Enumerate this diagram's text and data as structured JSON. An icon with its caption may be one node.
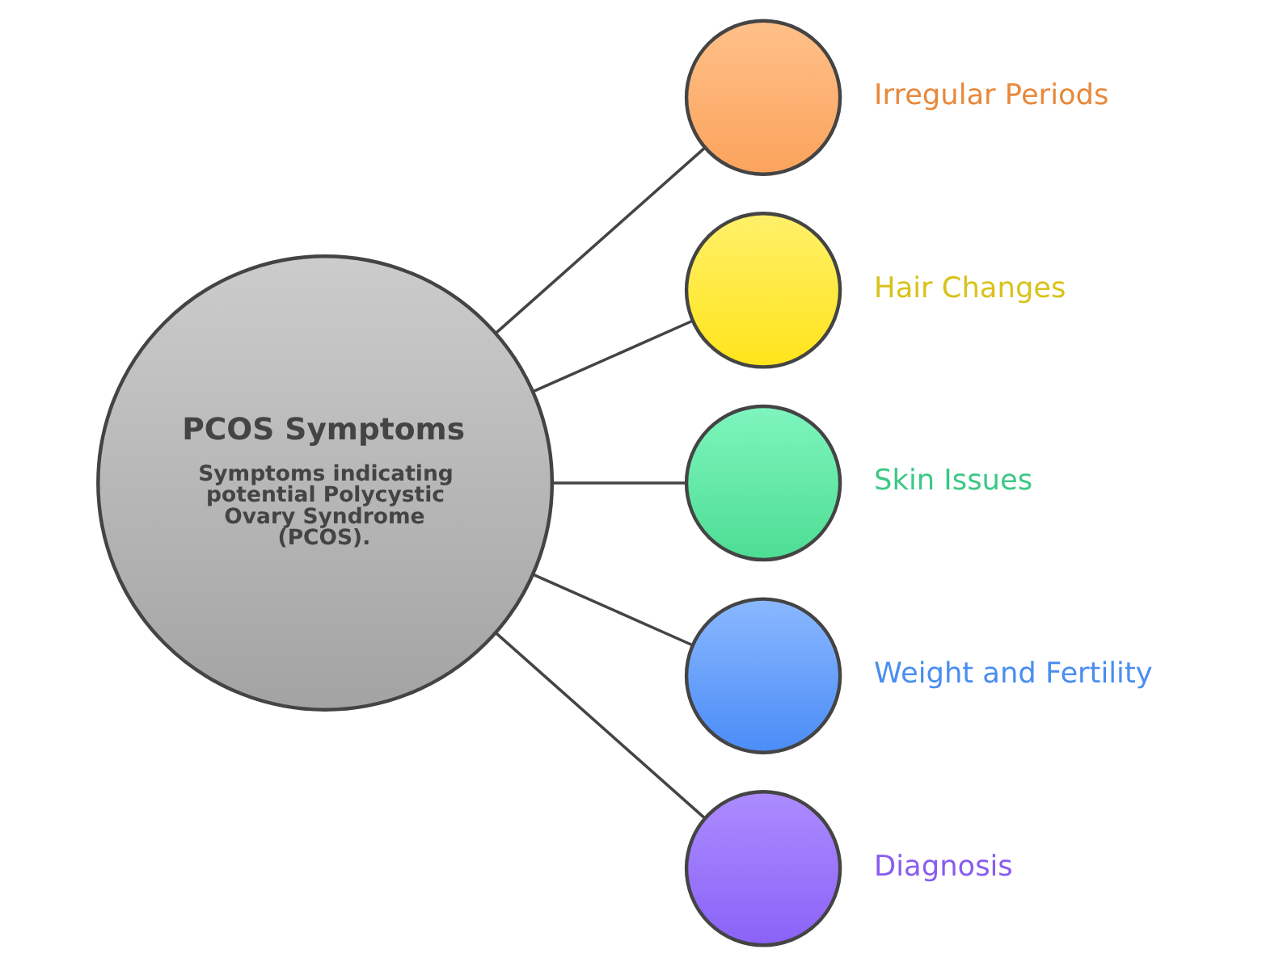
{
  "diagram": {
    "nodes": [
      {
        "text": [
          "PCOS Symptoms",
          "Symptoms indicating potential Polycystic Ovary Syndrome (PCOS)."
        ]
      },
      {
        "text": [],
        "shape": "circle",
        "beside": [
          "Irregular Periods"
        ]
      },
      {
        "text": [],
        "shape": "circle",
        "beside": [
          "Hair Changes"
        ]
      },
      {
        "text": [],
        "shape": "circle",
        "beside": [
          "Skin Issues"
        ]
      },
      {
        "text": [],
        "shape": "circle",
        "beside": [
          "Weight and Fertility"
        ]
      },
      {
        "text": [],
        "shape": "circle",
        "beside": [
          "Diagnosis"
        ]
      }
    ],
    "edges": [
      {
        "from": 0,
        "to": 1,
        "arrow": "none"
      },
      {
        "from": 0,
        "to": 2,
        "arrow": "none"
      },
      {
        "from": 0,
        "to": 3,
        "arrow": "none"
      },
      {
        "from": 0,
        "to": 4,
        "arrow": "none"
      },
      {
        "from": 0,
        "to": 5,
        "arrow": "none"
      }
    ]
  }
}
